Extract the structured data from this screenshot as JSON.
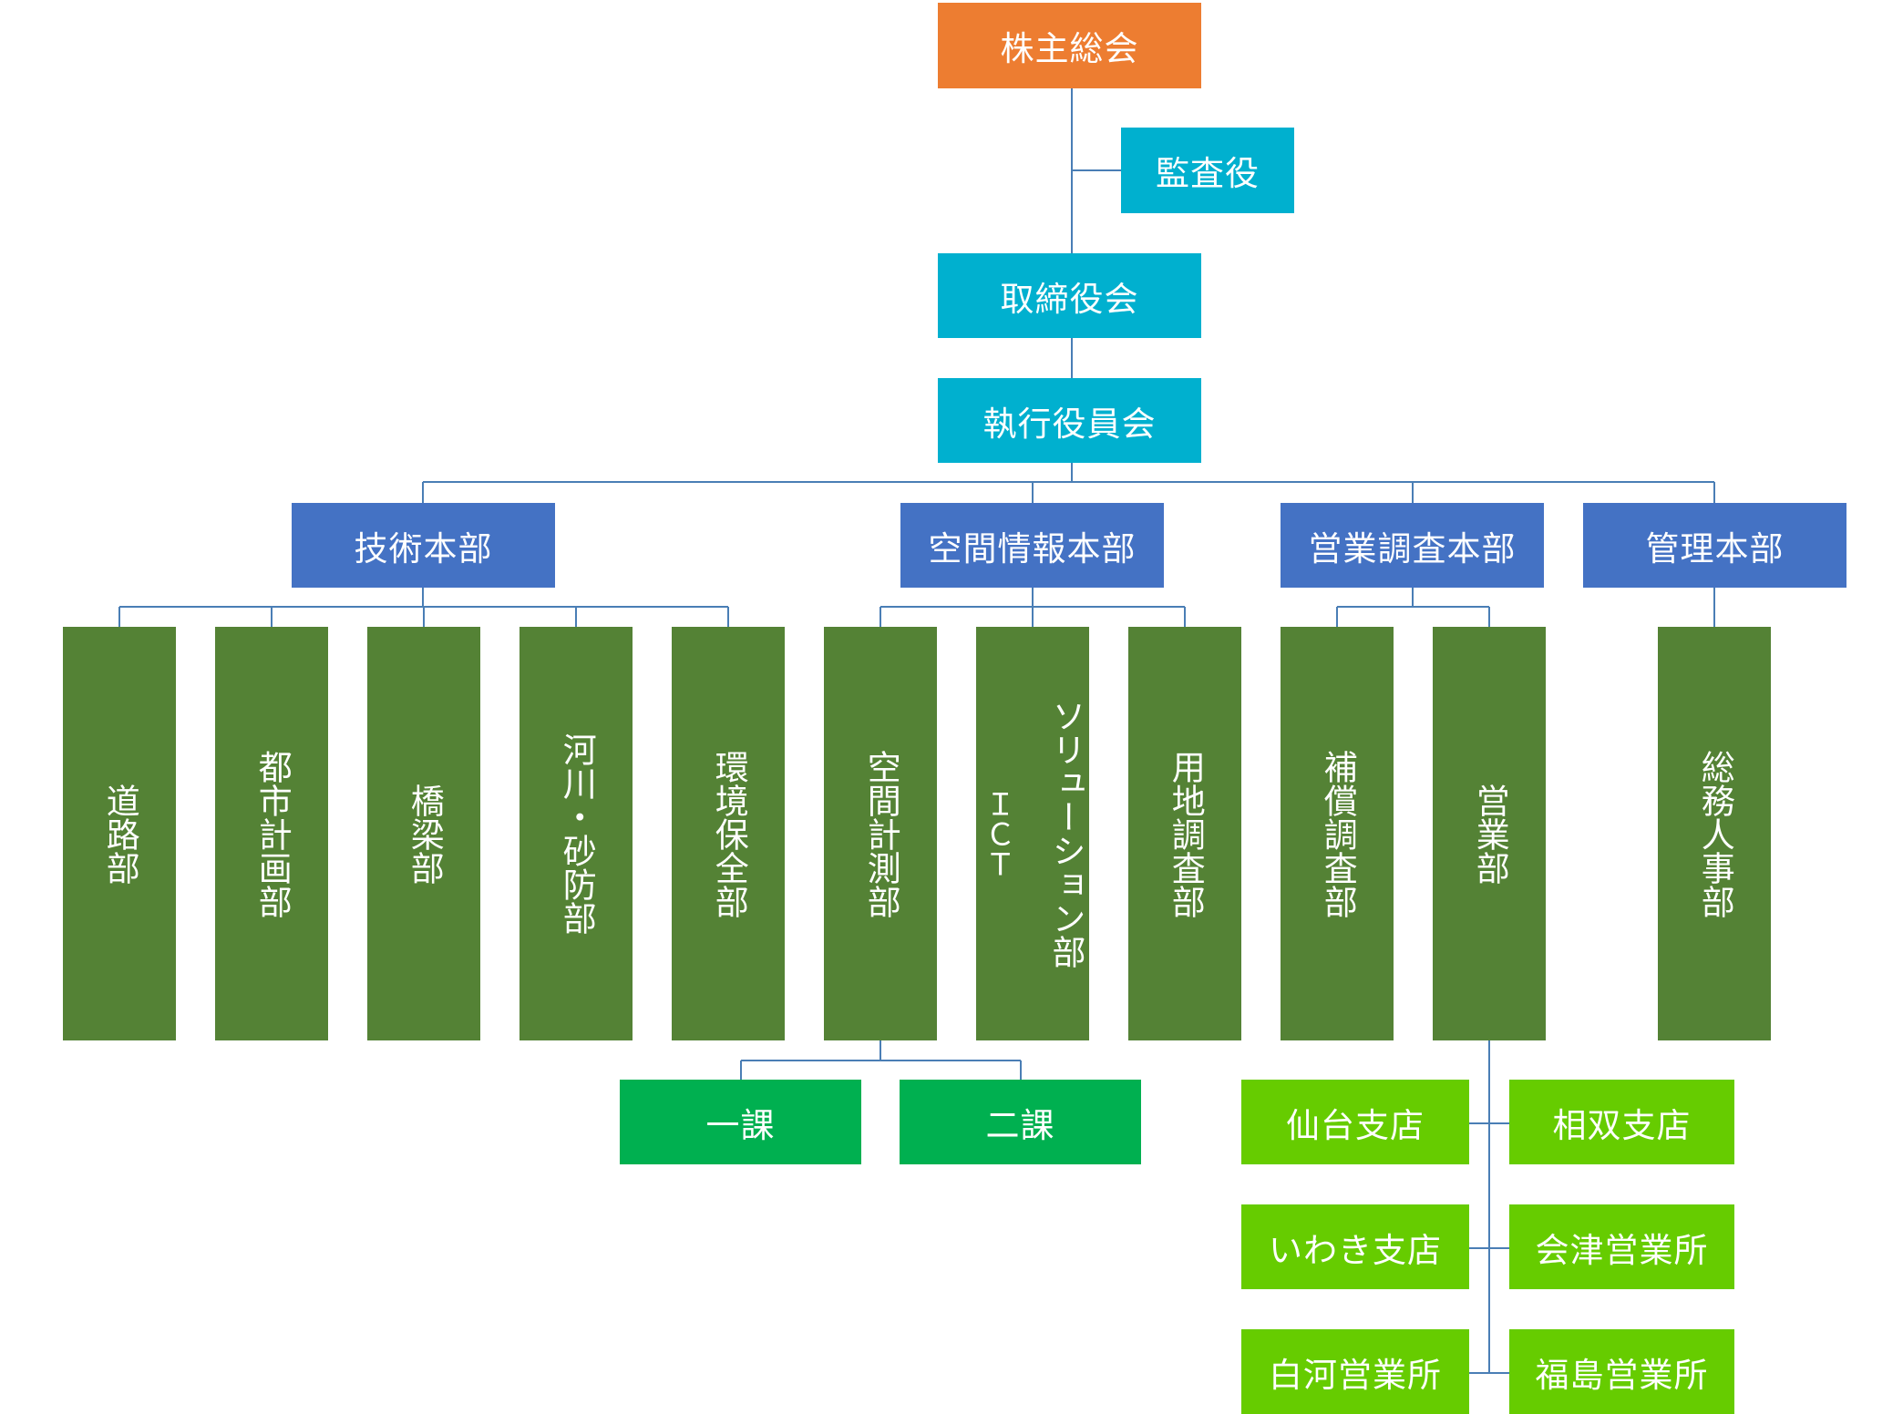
{
  "colors": {
    "top": "#ed7d31",
    "board": "#00b0cf",
    "division": "#4472c4",
    "department": "#548235",
    "section": "#00b050",
    "branch": "#66cc00",
    "line": "#4a7eb5"
  },
  "nodes": {
    "shareholders": "株主総会",
    "auditor": "監査役",
    "board": "取締役会",
    "executive": "執行役員会",
    "div_tech": "技術本部",
    "div_spatial": "空間情報本部",
    "div_sales": "営業調査本部",
    "div_admin": "管理本部",
    "dept_road": "道路部",
    "dept_urban": "都市計画部",
    "dept_bridge": "橋梁部",
    "dept_river": "河川・砂防部",
    "dept_env": "環境保全部",
    "dept_survey": "空間計測部",
    "dept_ict_main": "ソリューション部",
    "dept_ict_sub": "ＩＣＴ",
    "dept_land": "用地調査部",
    "dept_comp": "補償調査部",
    "dept_sales": "営業部",
    "dept_hr": "総務人事部",
    "sec_1": "一課",
    "sec_2": "二課",
    "br_sendai": "仙台支店",
    "br_soso": "相双支店",
    "br_iwaki": "いわき支店",
    "br_aizu": "会津営業所",
    "br_shirakawa": "白河営業所",
    "br_fukushima": "福島営業所"
  }
}
